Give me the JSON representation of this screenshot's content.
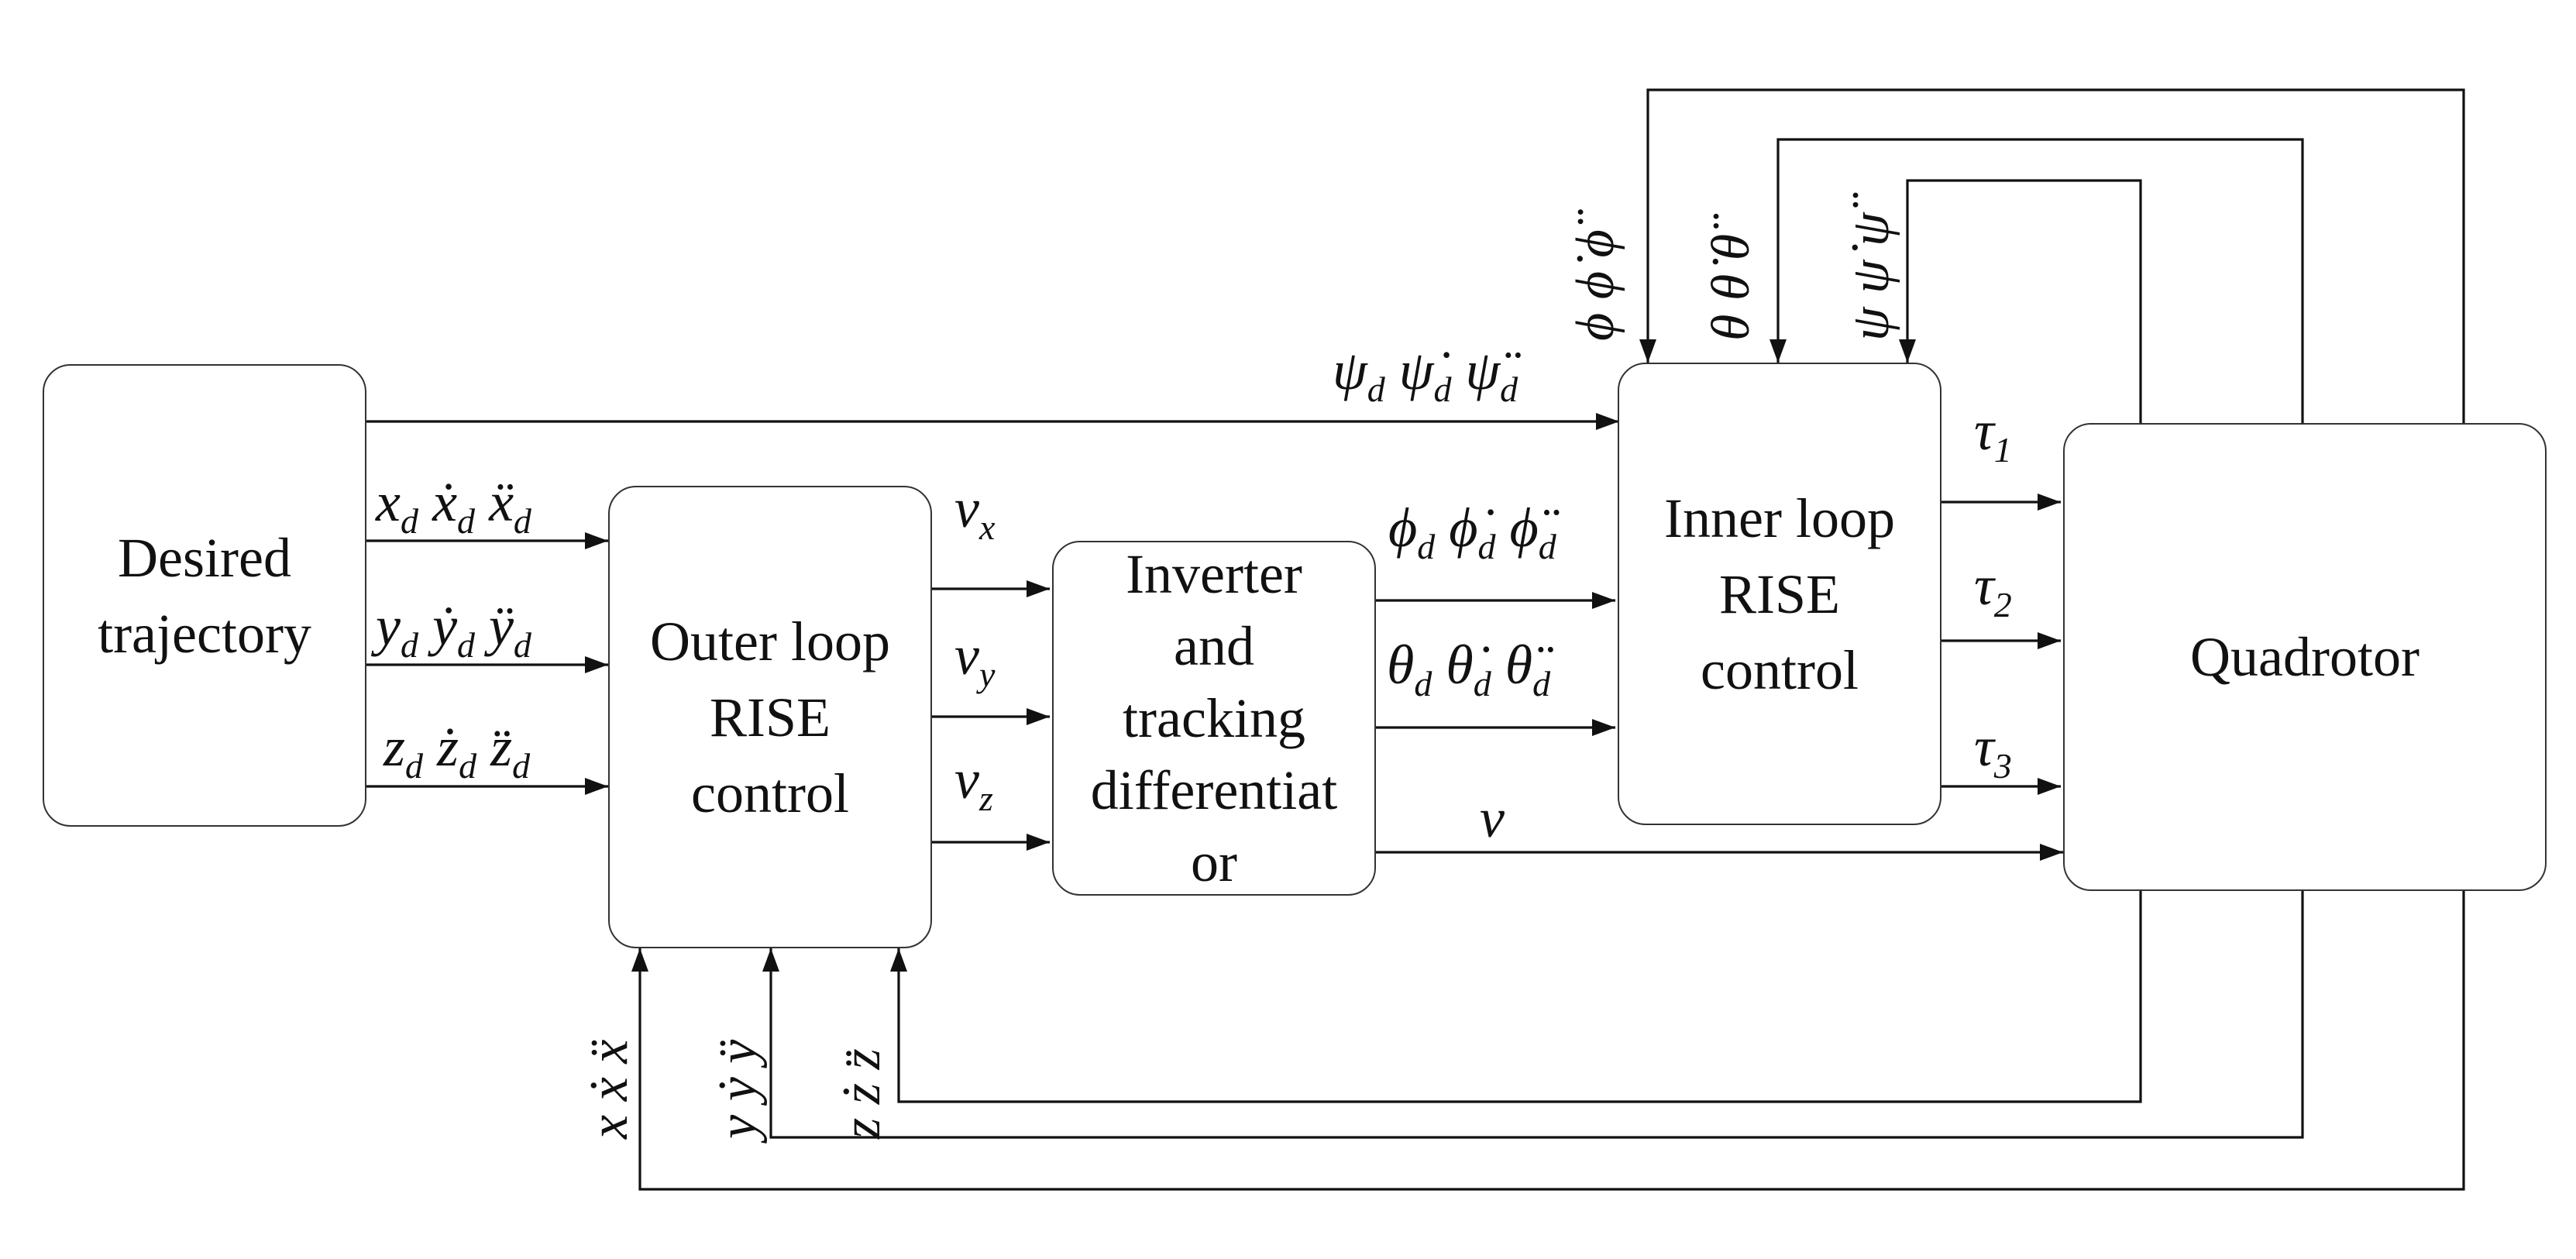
{
  "blocks": {
    "desired": [
      "Desired",
      "trajectory"
    ],
    "outer": [
      "Outer loop",
      "RISE",
      "control"
    ],
    "inverter": [
      "Inverter",
      "and",
      "tracking",
      "differentiat",
      "or"
    ],
    "inner": [
      "Inner loop",
      "RISE",
      "control"
    ],
    "quad": [
      "Quadrotor"
    ]
  },
  "signals": {
    "psi_d": "ψ<sub>d</sub> ψ̇<sub>d</sub> ψ̈<sub>d</sub>",
    "x_d": "x<sub>d</sub> ẋ<sub>d</sub> ẍ<sub>d</sub>",
    "y_d": "y<sub>d</sub> ẏ<sub>d</sub> ÿ<sub>d</sub>",
    "z_d": "z<sub>d</sub> ż<sub>d</sub> z̈<sub>d</sub>",
    "v_x": "v<sub>x</sub>",
    "v_y": "v<sub>y</sub>",
    "v_z": "v<sub>z</sub>",
    "phi_d": "ϕ<sub>d</sub> ϕ̇<sub>d</sub> ϕ̈<sub>d</sub>",
    "theta_d": "θ<sub>d</sub> θ̇<sub>d</sub> θ̈<sub>d</sub>",
    "v": "v",
    "tau_1": "τ<sub>1</sub>",
    "tau_2": "τ<sub>2</sub>",
    "tau_3": "τ<sub>3</sub>"
  },
  "feedback": {
    "phi": "ϕ ϕ̇ ϕ̈",
    "theta": "θ θ̇ θ̈",
    "psi": "ψ ψ̇ ψ̈",
    "x": "x ẋ ẍ",
    "y": "y ẏ ÿ",
    "z": "z ż z̈"
  }
}
